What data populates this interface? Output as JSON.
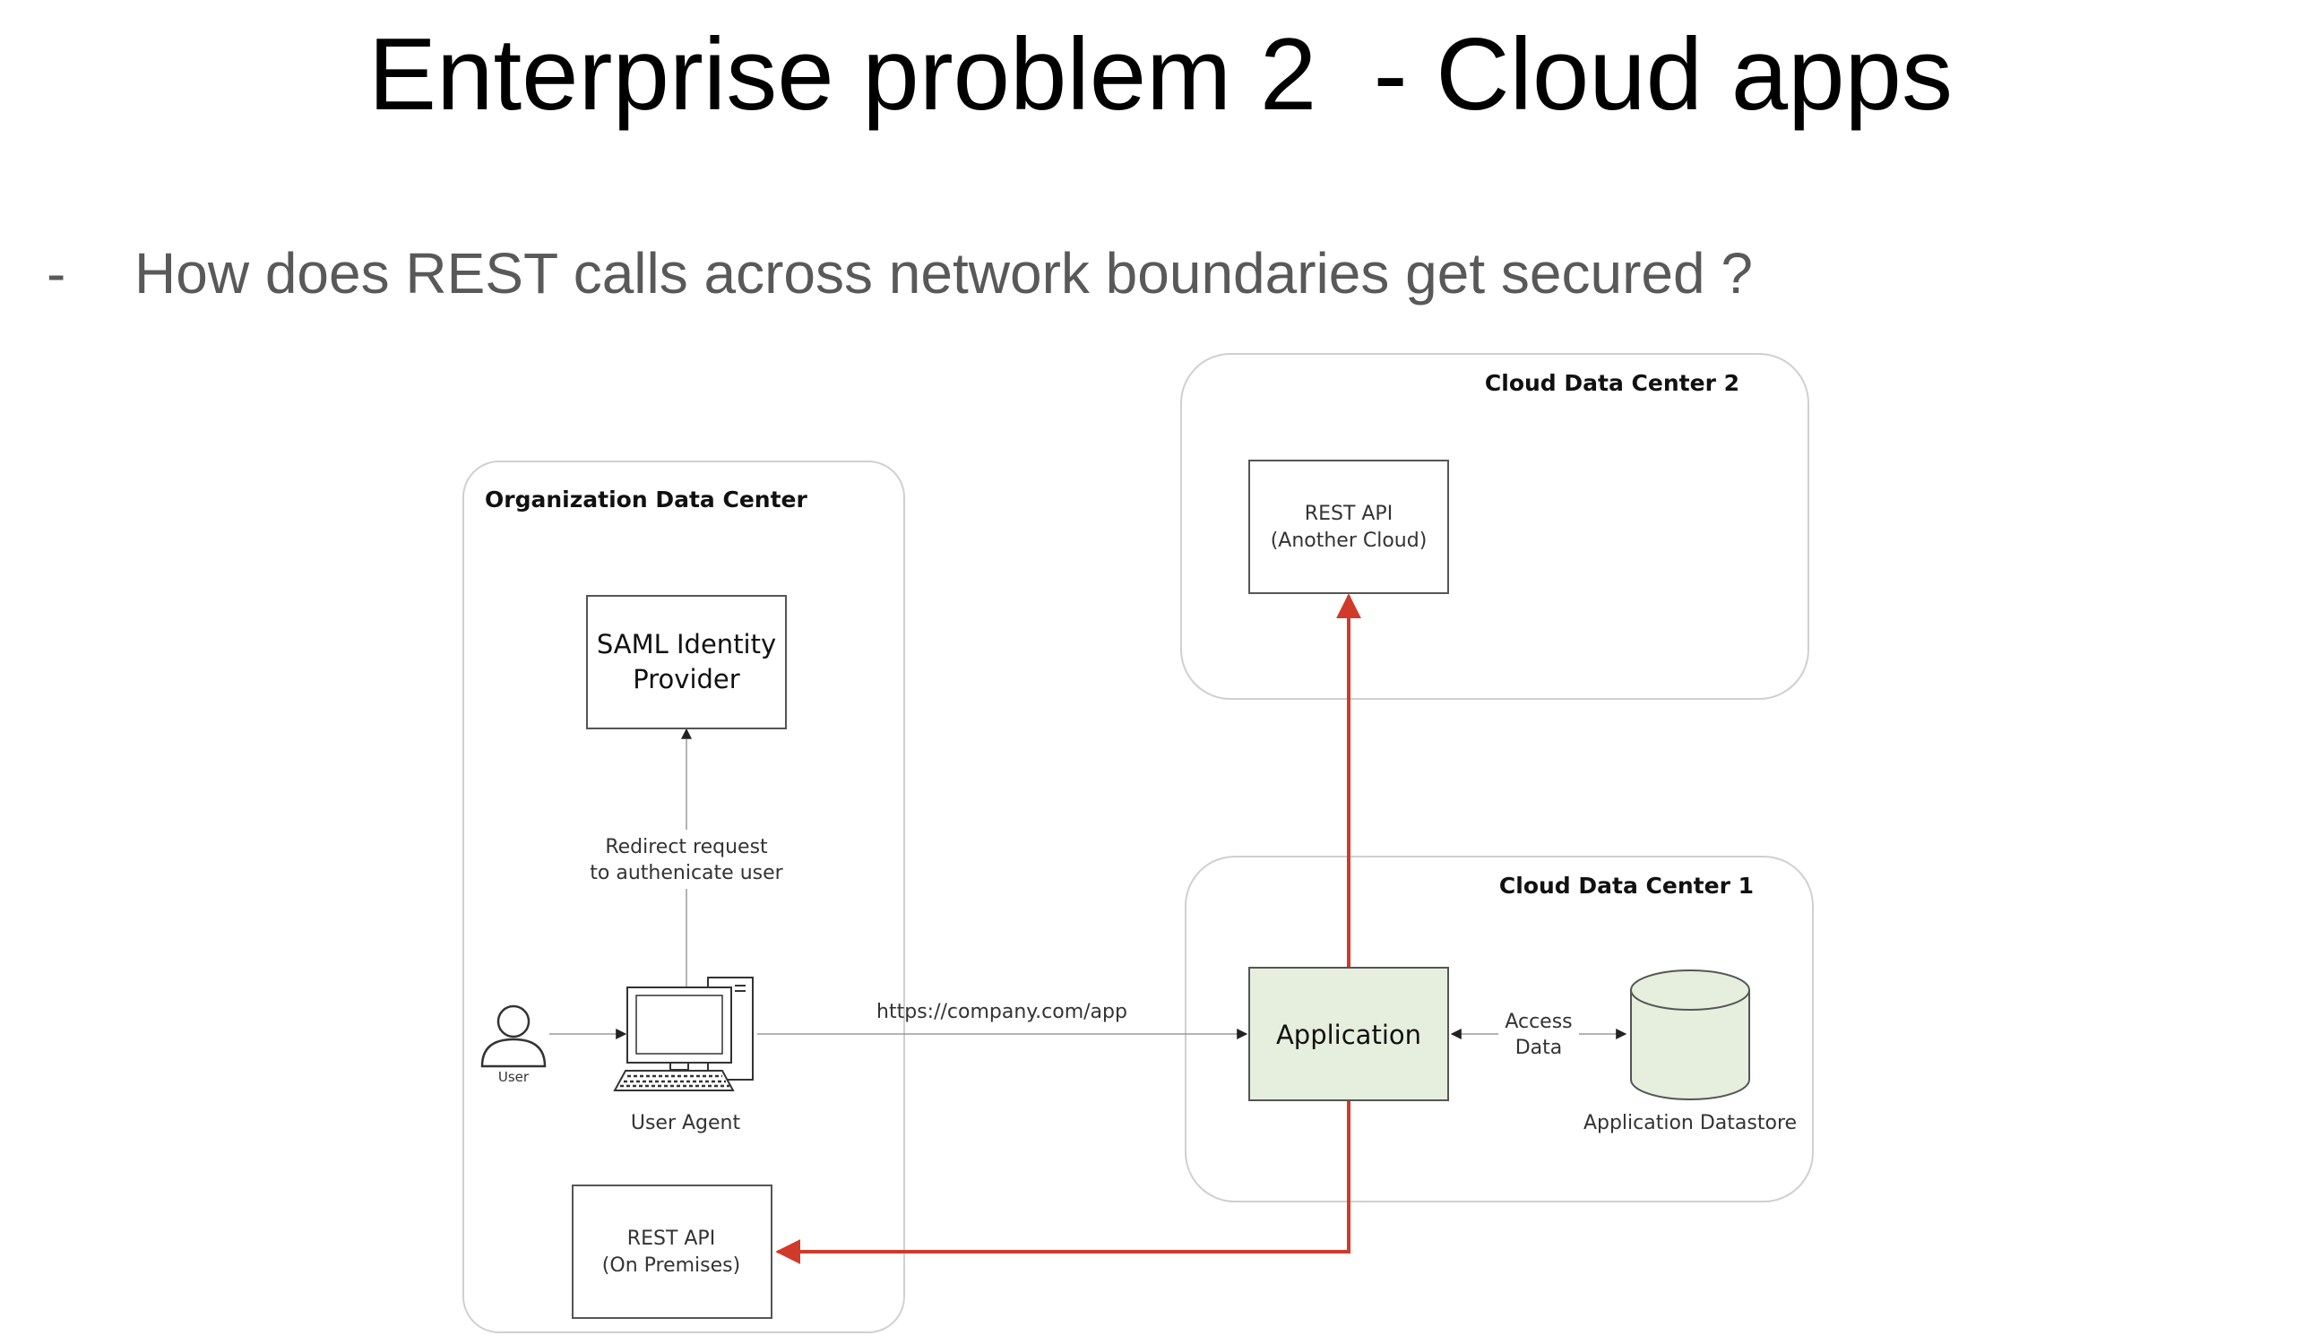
{
  "slide": {
    "title": "Enterprise problem 2  - Cloud apps",
    "bullet_marker": "-",
    "bullet_text": "How does REST calls across network boundaries get secured ?"
  },
  "diagram": {
    "colors": {
      "red_flow": "#d03a2a",
      "line": "#9a9a9a",
      "container_border": "#d0d0d0",
      "app_fill": "#e6eedd",
      "datastore_fill": "#e6eedd"
    },
    "containers": {
      "org_dc": "Organization Data Center",
      "cloud_dc2": "Cloud Data Center 2",
      "cloud_dc1": "Cloud Data Center 1"
    },
    "nodes": {
      "saml_line1": "SAML Identity",
      "saml_line2": "Provider",
      "rest_cloud_line1": "REST API",
      "rest_cloud_line2": "(Another Cloud)",
      "rest_onprem_line1": "REST API",
      "rest_onprem_line2": "(On Premises)",
      "application": "Application",
      "datastore": "Application Datastore",
      "user": "User",
      "user_agent": "User Agent"
    },
    "edges": {
      "redirect_line1": "Redirect request",
      "redirect_line2": "to authenicate user",
      "url": "https://company.com/app",
      "access_line1": "Access",
      "access_line2": "Data"
    }
  }
}
